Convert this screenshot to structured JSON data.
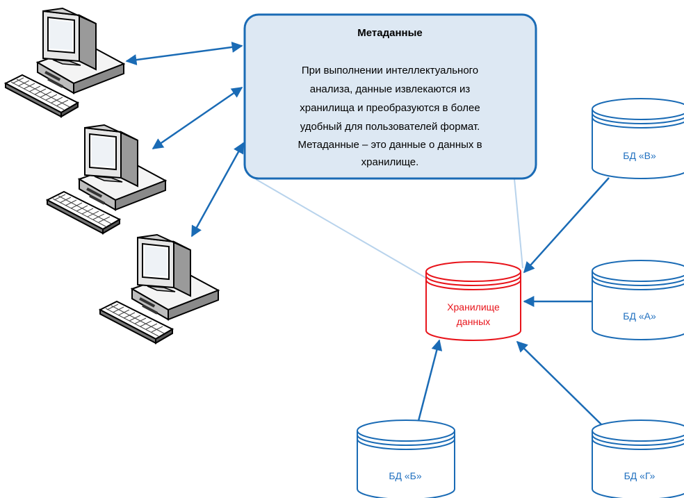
{
  "metadata_box": {
    "title": "Метаданные",
    "lines": [
      "При выполнении интеллектуального",
      "анализа, данные извлекаются из",
      "хранилища и преобразуются в более",
      "удобный для пользователей формат.",
      "Метаданные – это данные о данных в",
      "хранилище."
    ]
  },
  "storage": {
    "lines": [
      "Хранилище",
      "данных"
    ]
  },
  "databases": {
    "v": "БД «В»",
    "a": "БД «А»",
    "b": "БД «Б»",
    "g": "БД «Г»"
  },
  "colors": {
    "arrow": "#1a6bb5",
    "db_stroke": "#1a6bb5",
    "storage_stroke": "#e8141b",
    "box_fill": "#dde8f3",
    "box_stroke": "#1a6bb5",
    "connector": "#b8d3ec"
  },
  "icons": [
    "desktop-computer-icon",
    "desktop-computer-icon",
    "desktop-computer-icon"
  ]
}
